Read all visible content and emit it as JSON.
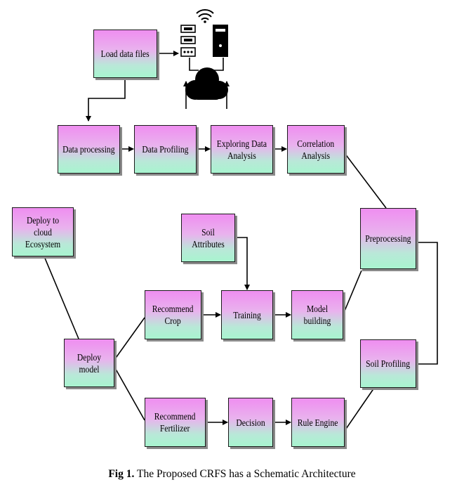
{
  "nodes": {
    "load_data": "Load data files",
    "data_processing": "Data processing",
    "data_profiling": "Data Profiling",
    "eda": "Exploring Data\nAnalysis",
    "correlation": "Correlation\nAnalysis",
    "preprocessing": "Preprocessing",
    "deploy_cloud": "Deploy to cloud\nEcosystem",
    "soil_attributes": "Soil Attributes",
    "recommend_crop": "Recommend\nCrop",
    "training": "Training",
    "model_building": "Model building",
    "deploy_model": "Deploy model",
    "soil_profiling": "Soil Profiling",
    "recommend_fertilizer": "Recommend\nFertilizer",
    "decision": "Decision",
    "rule_engine": "Rule Engine"
  },
  "caption": {
    "label": "Fig  1.",
    "text": " The Proposed CRFS has a Schematic Architecture"
  },
  "icons": [
    "server-rack-icon",
    "wifi-signal-icon",
    "cloud-icon"
  ]
}
